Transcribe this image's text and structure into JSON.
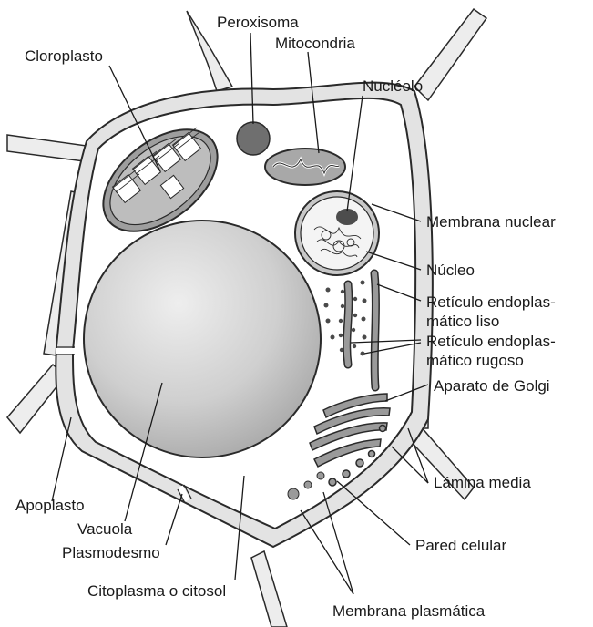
{
  "labels": {
    "peroxisoma": "Peroxisoma",
    "mitocondria": "Mitocondria",
    "cloroplasto": "Cloroplasto",
    "nucleolo": "Nucléolo",
    "membrana_nuclear": "Membrana nuclear",
    "nucleo": "Núcleo",
    "rel_1": "Retículo endoplas-",
    "rel_2": "mático liso",
    "rer_1": "Retículo endoplas-",
    "rer_2": "mático rugoso",
    "golgi": "Aparato de Golgi",
    "lamina_media": "Lámina media",
    "apoplasto": "Apoplasto",
    "vacuola": "Vacuola",
    "plasmodesmo": "Plasmodesmo",
    "pared_celular": "Pared celular",
    "citoplasma": "Citoplasma o citosol",
    "membrana_plasmatica": "Membrana plasmática"
  }
}
